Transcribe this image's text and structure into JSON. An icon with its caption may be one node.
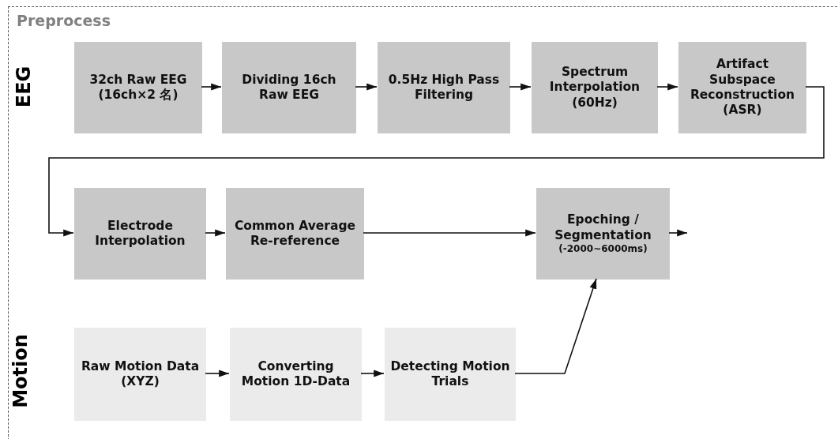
{
  "diagram": {
    "nodes": [
      {
        "text": [
          "Preprocess"
        ]
      },
      {
        "text": [
          "32ch Raw EEG (16ch×2 名)"
        ],
        "in": 0
      },
      {
        "text": [
          "Dividing 16ch Raw EEG"
        ],
        "in": 0
      },
      {
        "text": [
          "0.5Hz High Pass Filtering"
        ],
        "in": 0
      },
      {
        "text": [
          "Spectrum Interpolation (60Hz)"
        ],
        "in": 0
      },
      {
        "text": [
          "Artifact Subspace Reconstruction (ASR)"
        ],
        "in": 0
      },
      {
        "text": [
          "Electrode Interpolation"
        ],
        "in": 0
      },
      {
        "text": [
          "Common Average Re-reference"
        ],
        "in": 0
      },
      {
        "text": [
          "Epoching / Segmentation",
          "(-2000~6000ms)"
        ],
        "in": 0
      },
      {
        "text": [
          "Raw Motion Data (XYZ)"
        ],
        "in": 0
      },
      {
        "text": [
          "Converting Motion 1D-Data"
        ],
        "in": 0
      },
      {
        "text": [
          "Detecting Motion Trials"
        ],
        "in": 0
      }
    ],
    "edges": [
      {
        "from": 1,
        "to": 2,
        "arrow": "to"
      },
      {
        "from": 2,
        "to": 3,
        "arrow": "to"
      },
      {
        "from": 3,
        "to": 4,
        "arrow": "to"
      },
      {
        "from": 4,
        "to": 5,
        "arrow": "to"
      },
      {
        "from": 5,
        "to": 6,
        "arrow": "to"
      },
      {
        "from": 6,
        "to": 7,
        "arrow": "to"
      },
      {
        "from": 7,
        "to": 8,
        "arrow": "to"
      },
      {
        "from": 8,
        "to": null,
        "arrow": "to"
      },
      {
        "from": 9,
        "to": 10,
        "arrow": "to"
      },
      {
        "from": 10,
        "to": 11,
        "arrow": "to"
      },
      {
        "from": 11,
        "to": 8,
        "arrow": "to"
      }
    ],
    "labels": [
      "EEG",
      "Motion"
    ]
  }
}
